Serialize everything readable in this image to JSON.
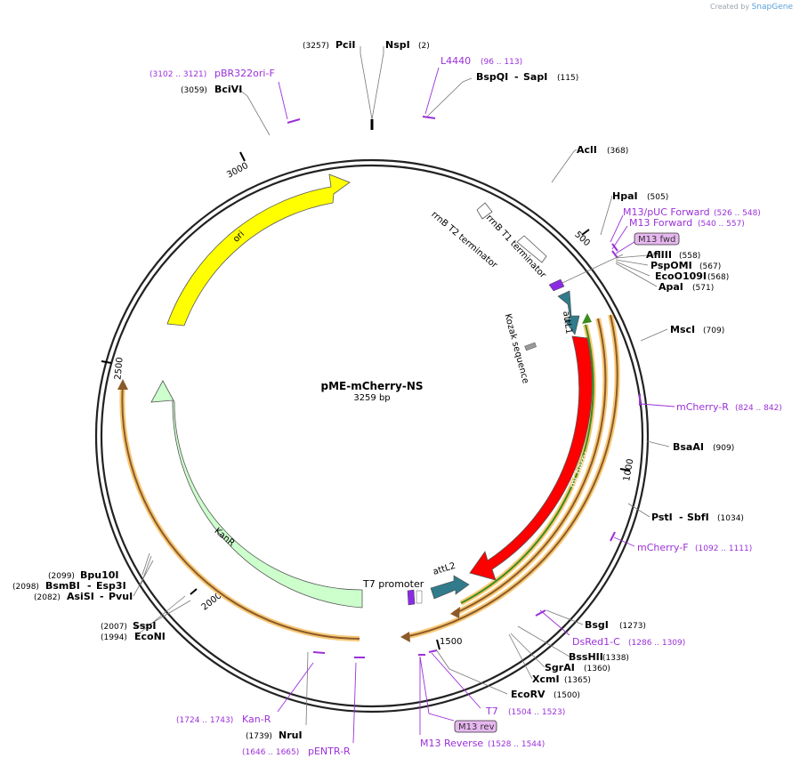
{
  "brand": {
    "prefix": "Created by",
    "name": "SnapGene"
  },
  "plasmid": {
    "name": "pME-mCherry-NS",
    "length": "3259 bp",
    "total_bp": 3259
  },
  "ticks": [
    "500",
    "1000",
    "1500",
    "2000",
    "2500",
    "3000"
  ],
  "enzymes": [
    {
      "id": "pcil",
      "name": "PciI",
      "pos": "(3257)"
    },
    {
      "id": "nspi",
      "name": "NspI",
      "pos": "(2)"
    },
    {
      "id": "bciv",
      "name": "BciVI",
      "pos": "(3059)"
    },
    {
      "id": "bspqi",
      "name": "BspQI",
      "name2": "SapI",
      "pos": "(115)"
    },
    {
      "id": "acli",
      "name": "AclI",
      "pos": "(368)"
    },
    {
      "id": "hpai",
      "name": "HpaI",
      "pos": "(505)"
    },
    {
      "id": "aflIII",
      "name": "AflIII",
      "pos": "(558)"
    },
    {
      "id": "pspomi",
      "name": "PspOMI",
      "pos": "(567)"
    },
    {
      "id": "ecoo109i",
      "name": "EcoO109I",
      "pos": "(568)"
    },
    {
      "id": "apai",
      "name": "ApaI",
      "pos": "(571)"
    },
    {
      "id": "msci",
      "name": "MscI",
      "pos": "(709)"
    },
    {
      "id": "bsaai",
      "name": "BsaAI",
      "pos": "(909)"
    },
    {
      "id": "psti",
      "name": "PstI",
      "name2": "SbfI",
      "pos": "(1034)"
    },
    {
      "id": "bsgi",
      "name": "BsgI",
      "pos": "(1273)"
    },
    {
      "id": "bsshii",
      "name": "BssHII",
      "pos": "(1338)"
    },
    {
      "id": "sgrai",
      "name": "SgrAI",
      "pos": "(1360)"
    },
    {
      "id": "xcmi",
      "name": "XcmI",
      "pos": "(1365)"
    },
    {
      "id": "ecorv",
      "name": "EcoRV",
      "pos": "(1500)"
    },
    {
      "id": "nrui",
      "name": "NruI",
      "pos": "(1739)"
    },
    {
      "id": "sspi",
      "name": "SspI",
      "pos": "(2007)"
    },
    {
      "id": "econi",
      "name": "EcoNI",
      "pos": "(1994)"
    },
    {
      "id": "bpu10i",
      "name": "Bpu10I",
      "pos": "(2099)"
    },
    {
      "id": "bsmbi",
      "name": "BsmBI",
      "name2": "Esp3I",
      "pos": "(2098)"
    },
    {
      "id": "asisi",
      "name": "AsiSI",
      "name2": "PvuI",
      "pos": "(2082)"
    }
  ],
  "primers": [
    {
      "id": "pbr322",
      "name": "pBR322ori-F",
      "range": "(3102 .. 3121)"
    },
    {
      "id": "l4440",
      "name": "L4440",
      "range": "(96 .. 113)"
    },
    {
      "id": "m13puc",
      "name": "M13/pUC Forward",
      "range": "(526 .. 548)"
    },
    {
      "id": "m13fwd",
      "name": "M13 Forward",
      "range": "(540 .. 557)"
    },
    {
      "id": "mcherryr",
      "name": "mCherry-R",
      "range": "(824 .. 842)"
    },
    {
      "id": "mcherryf",
      "name": "mCherry-F",
      "range": "(1092 .. 1111)"
    },
    {
      "id": "dsred",
      "name": "DsRed1-C",
      "range": "(1286 .. 1309)"
    },
    {
      "id": "t7",
      "name": "T7",
      "range": "(1504 .. 1523)"
    },
    {
      "id": "m13rev",
      "name": "M13 Reverse",
      "range": "(1528 .. 1544)"
    },
    {
      "id": "kanr",
      "name": "Kan-R",
      "range": "(1724 .. 1743)"
    },
    {
      "id": "pentr",
      "name": "pENTR-R",
      "range": "(1646 .. 1665)"
    }
  ],
  "boxed": {
    "m13fwd": "M13 fwd",
    "m13rev": "M13 rev"
  },
  "features": {
    "ori": "ori",
    "kanr": "KanR",
    "mcherry": "mCherry",
    "attl1": "attL1",
    "attl2": "attL2",
    "kozak": "Kozak sequence",
    "rrnbt1": "rrnB T1 terminator",
    "rrnbt2": "rrnB T2 terminator",
    "t7prom": "T7 promoter"
  },
  "colors": {
    "backbone": "#222222",
    "enzyme": "#000000",
    "primer": "#9b30d9",
    "ori": "#ffff00",
    "kanr": "#ccffcc",
    "mcherry": "#ff0000",
    "attl": "#317b8c",
    "orf_green": "#3a8c1d",
    "orf_brown": "#8b5a2b",
    "orf_glow": "#f7c875",
    "kozak": "#999999"
  }
}
